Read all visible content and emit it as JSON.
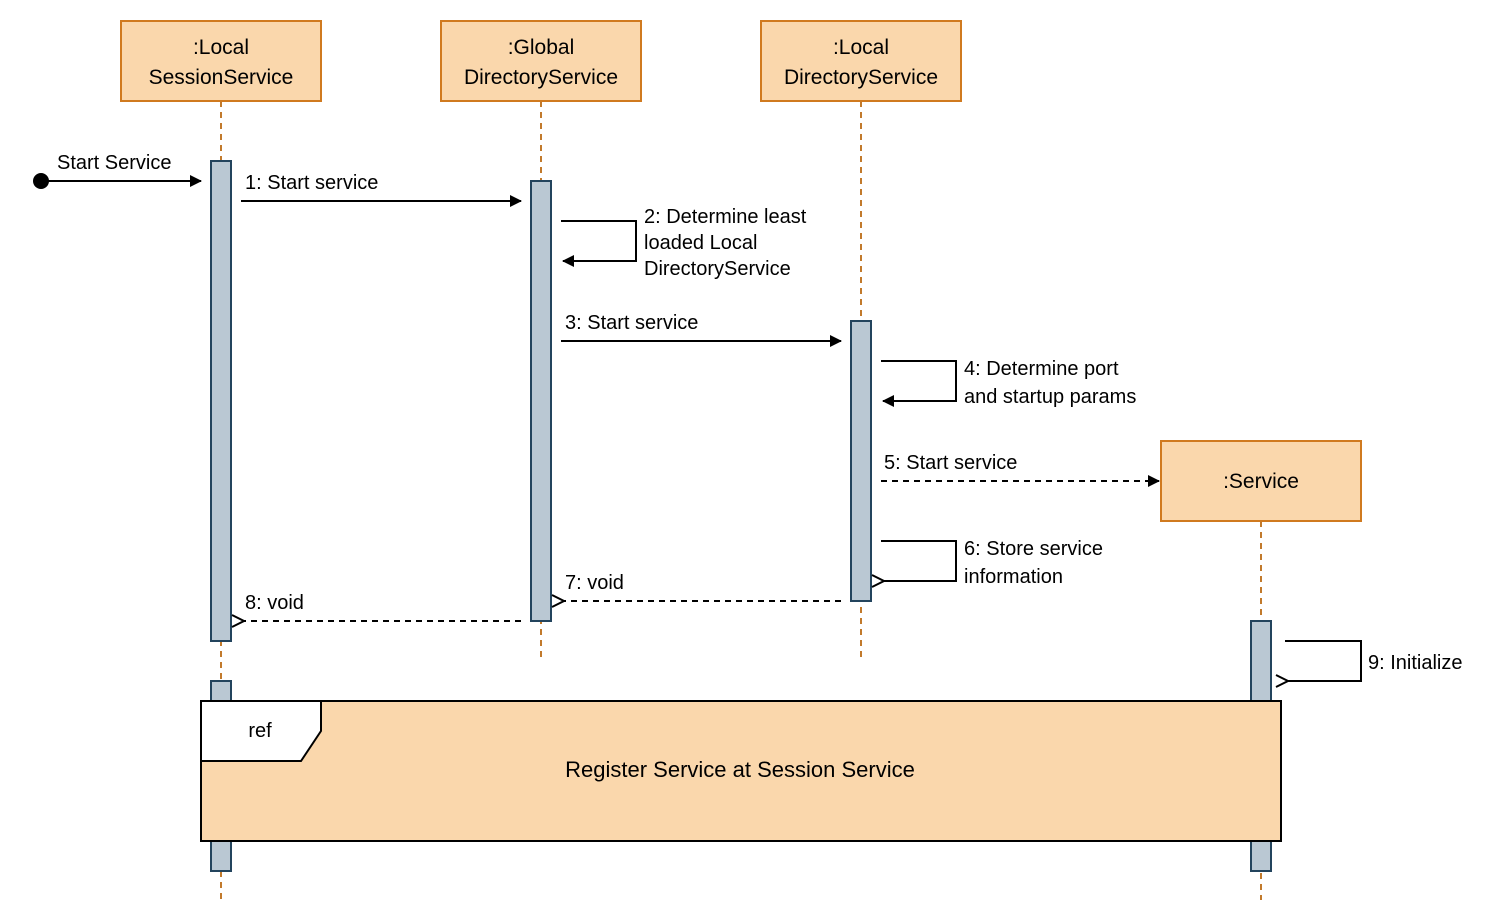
{
  "colors": {
    "participant_fill": "#fad7ac",
    "participant_stroke": "#d07a1f",
    "lifeline": "#c27a2c",
    "activation_fill": "#bac8d3",
    "activation_stroke": "#23445d",
    "line": "#000000"
  },
  "participants": {
    "session": {
      "line1": ":Local",
      "line2": "SessionService"
    },
    "global": {
      "line1": ":Global",
      "line2": "DirectoryService"
    },
    "local": {
      "line1": ":Local",
      "line2": "DirectoryService"
    },
    "service": {
      "label": ":Service"
    }
  },
  "messages": {
    "entry": "Start Service",
    "m1": "1: Start service",
    "m2": [
      "2: Determine least",
      "loaded Local",
      "DirectoryService"
    ],
    "m3": "3: Start service",
    "m4": [
      "4: Determine port",
      "and startup params"
    ],
    "m5": "5: Start service",
    "m6": [
      "6: Store service",
      "information"
    ],
    "m7": "7: void",
    "m8": "8: void",
    "m9": "9: Initialize"
  },
  "ref_frame": {
    "tag": "ref",
    "label": "Register Service at Session Service"
  }
}
